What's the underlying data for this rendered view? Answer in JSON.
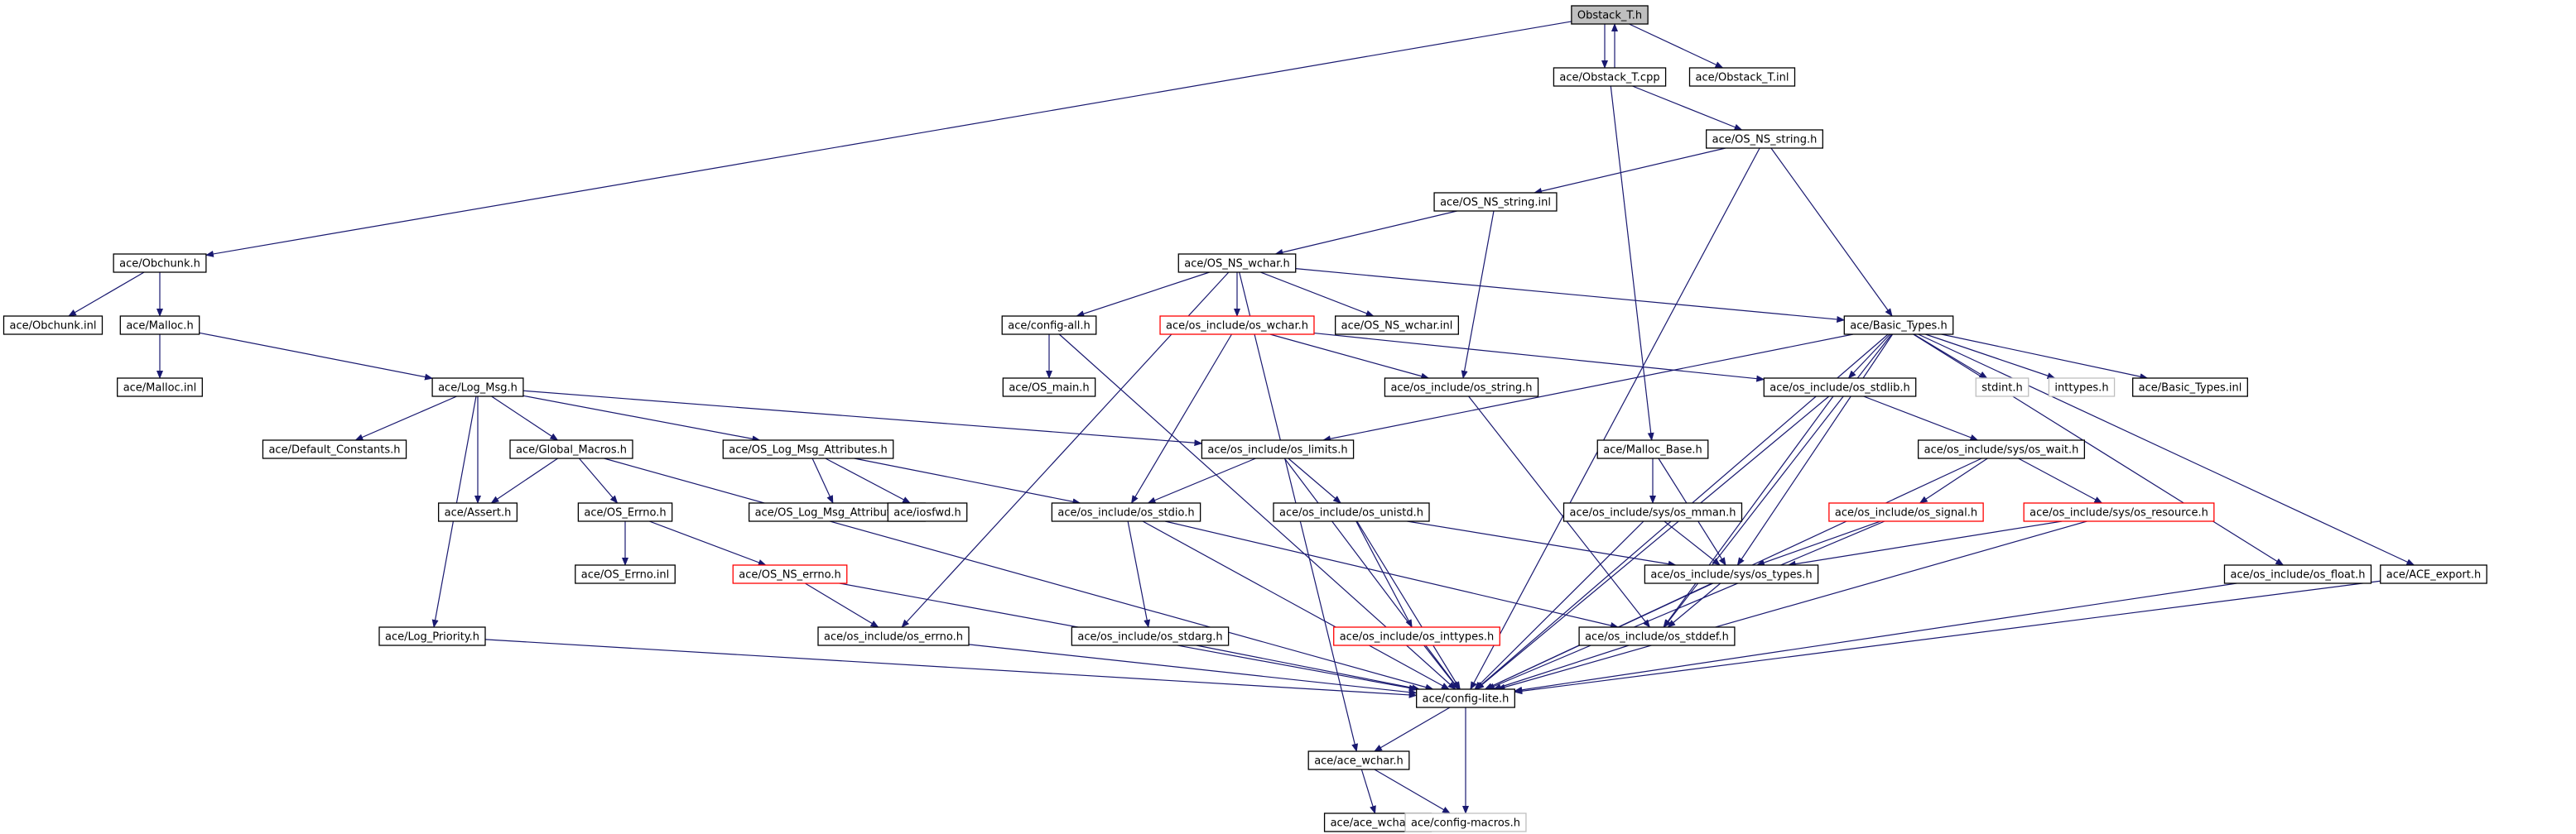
{
  "diagram": {
    "colors": {
      "node_border": "#000000",
      "missing_border": "#ff0000",
      "external_border": "#bfbfbf",
      "root_fill": "#bfbfbf",
      "edge": "#191970",
      "text": "#000000",
      "background": "#ffffff"
    },
    "nodes": [
      {
        "id": "root",
        "label": "Obstack_T.h",
        "style": "root"
      },
      {
        "id": "obstack_cpp",
        "label": "ace/Obstack_T.cpp",
        "style": "normal"
      },
      {
        "id": "obstack_inl",
        "label": "ace/Obstack_T.inl",
        "style": "normal"
      },
      {
        "id": "ns_string_h",
        "label": "ace/OS_NS_string.h",
        "style": "normal"
      },
      {
        "id": "ns_string_inl",
        "label": "ace/OS_NS_string.inl",
        "style": "normal"
      },
      {
        "id": "obchunk_h",
        "label": "ace/Obchunk.h",
        "style": "normal"
      },
      {
        "id": "ns_wchar_h",
        "label": "ace/OS_NS_wchar.h",
        "style": "normal"
      },
      {
        "id": "obchunk_inl",
        "label": "ace/Obchunk.inl",
        "style": "normal"
      },
      {
        "id": "malloc_h",
        "label": "ace/Malloc.h",
        "style": "normal"
      },
      {
        "id": "config_all",
        "label": "ace/config-all.h",
        "style": "normal"
      },
      {
        "id": "os_wchar",
        "label": "ace/os_include/os_wchar.h",
        "style": "missing"
      },
      {
        "id": "ns_wchar_inl",
        "label": "ace/OS_NS_wchar.inl",
        "style": "normal"
      },
      {
        "id": "basic_types_h",
        "label": "ace/Basic_Types.h",
        "style": "normal"
      },
      {
        "id": "malloc_inl",
        "label": "ace/Malloc.inl",
        "style": "normal"
      },
      {
        "id": "log_msg",
        "label": "ace/Log_Msg.h",
        "style": "normal"
      },
      {
        "id": "os_main",
        "label": "ace/OS_main.h",
        "style": "normal"
      },
      {
        "id": "os_string",
        "label": "ace/os_include/os_string.h",
        "style": "normal"
      },
      {
        "id": "os_stdlib",
        "label": "ace/os_include/os_stdlib.h",
        "style": "normal"
      },
      {
        "id": "stdint",
        "label": "stdint.h",
        "style": "external"
      },
      {
        "id": "inttypes",
        "label": "inttypes.h",
        "style": "external"
      },
      {
        "id": "basic_types_inl",
        "label": "ace/Basic_Types.inl",
        "style": "normal"
      },
      {
        "id": "default_constants",
        "label": "ace/Default_Constants.h",
        "style": "normal"
      },
      {
        "id": "global_macros",
        "label": "ace/Global_Macros.h",
        "style": "normal"
      },
      {
        "id": "log_msg_attr",
        "label": "ace/OS_Log_Msg_Attributes.h",
        "style": "normal"
      },
      {
        "id": "os_limits",
        "label": "ace/os_include/os_limits.h",
        "style": "normal"
      },
      {
        "id": "malloc_base",
        "label": "ace/Malloc_Base.h",
        "style": "normal"
      },
      {
        "id": "os_wait",
        "label": "ace/os_include/sys/os_wait.h",
        "style": "normal"
      },
      {
        "id": "assert_h",
        "label": "ace/Assert.h",
        "style": "normal"
      },
      {
        "id": "errno_h",
        "label": "ace/OS_Errno.h",
        "style": "normal"
      },
      {
        "id": "log_msg_attr_inl",
        "label": "ace/OS_Log_Msg_Attributes.inl",
        "style": "normal"
      },
      {
        "id": "iosfwd",
        "label": "ace/iosfwd.h",
        "style": "normal"
      },
      {
        "id": "os_stdio",
        "label": "ace/os_include/os_stdio.h",
        "style": "normal"
      },
      {
        "id": "os_unistd",
        "label": "ace/os_include/os_unistd.h",
        "style": "normal"
      },
      {
        "id": "os_mman",
        "label": "ace/os_include/sys/os_mman.h",
        "style": "normal"
      },
      {
        "id": "os_signal",
        "label": "ace/os_include/os_signal.h",
        "style": "missing"
      },
      {
        "id": "os_resource",
        "label": "ace/os_include/sys/os_resource.h",
        "style": "missing"
      },
      {
        "id": "errno_inl",
        "label": "ace/OS_Errno.inl",
        "style": "normal"
      },
      {
        "id": "ns_errno",
        "label": "ace/OS_NS_errno.h",
        "style": "missing"
      },
      {
        "id": "os_types",
        "label": "ace/os_include/sys/os_types.h",
        "style": "normal"
      },
      {
        "id": "os_float",
        "label": "ace/os_include/os_float.h",
        "style": "normal"
      },
      {
        "id": "ace_export",
        "label": "ace/ACE_export.h",
        "style": "normal"
      },
      {
        "id": "log_priority",
        "label": "ace/Log_Priority.h",
        "style": "normal"
      },
      {
        "id": "os_errno",
        "label": "ace/os_include/os_errno.h",
        "style": "normal"
      },
      {
        "id": "os_stdarg",
        "label": "ace/os_include/os_stdarg.h",
        "style": "normal"
      },
      {
        "id": "os_inttypes",
        "label": "ace/os_include/os_inttypes.h",
        "style": "missing"
      },
      {
        "id": "os_stddef",
        "label": "ace/os_include/os_stddef.h",
        "style": "normal"
      },
      {
        "id": "config_lite",
        "label": "ace/config-lite.h",
        "style": "normal"
      },
      {
        "id": "ace_wchar_h",
        "label": "ace/ace_wchar.h",
        "style": "normal"
      },
      {
        "id": "ace_wchar_inl",
        "label": "ace/ace_wchar.inl",
        "style": "normal"
      },
      {
        "id": "config_macros",
        "label": "ace/config-macros.h",
        "style": "external"
      }
    ],
    "edges": [
      [
        "root",
        "obstack_cpp"
      ],
      [
        "obstack_cpp",
        "root"
      ],
      [
        "root",
        "obstack_inl"
      ],
      [
        "root",
        "obchunk_h"
      ],
      [
        "obstack_cpp",
        "ns_string_h"
      ],
      [
        "obstack_cpp",
        "malloc_base"
      ],
      [
        "ns_string_h",
        "ns_string_inl"
      ],
      [
        "ns_string_h",
        "basic_types_h"
      ],
      [
        "ns_string_h",
        "config_lite"
      ],
      [
        "ns_string_inl",
        "ns_wchar_h"
      ],
      [
        "ns_string_inl",
        "os_string"
      ],
      [
        "obchunk_h",
        "obchunk_inl"
      ],
      [
        "obchunk_h",
        "malloc_h"
      ],
      [
        "ns_wchar_h",
        "config_all"
      ],
      [
        "ns_wchar_h",
        "os_wchar"
      ],
      [
        "ns_wchar_h",
        "ns_wchar_inl"
      ],
      [
        "ns_wchar_h",
        "basic_types_h"
      ],
      [
        "ns_wchar_h",
        "os_errno"
      ],
      [
        "ns_wchar_h",
        "ace_wchar_h"
      ],
      [
        "malloc_h",
        "malloc_inl"
      ],
      [
        "malloc_h",
        "log_msg"
      ],
      [
        "config_all",
        "os_main"
      ],
      [
        "config_all",
        "config_lite"
      ],
      [
        "os_wchar",
        "os_stdlib"
      ],
      [
        "os_wchar",
        "os_string"
      ],
      [
        "os_wchar",
        "os_stdio"
      ],
      [
        "basic_types_h",
        "os_limits"
      ],
      [
        "basic_types_h",
        "os_stdlib"
      ],
      [
        "basic_types_h",
        "stdint"
      ],
      [
        "basic_types_h",
        "inttypes"
      ],
      [
        "basic_types_h",
        "basic_types_inl"
      ],
      [
        "basic_types_h",
        "os_float"
      ],
      [
        "basic_types_h",
        "ace_export"
      ],
      [
        "basic_types_h",
        "os_types"
      ],
      [
        "basic_types_h",
        "os_stddef"
      ],
      [
        "basic_types_h",
        "config_lite"
      ],
      [
        "log_msg",
        "default_constants"
      ],
      [
        "log_msg",
        "global_macros"
      ],
      [
        "log_msg",
        "log_msg_attr"
      ],
      [
        "log_msg",
        "os_limits"
      ],
      [
        "log_msg",
        "assert_h"
      ],
      [
        "log_msg",
        "log_priority"
      ],
      [
        "os_string",
        "os_stddef"
      ],
      [
        "os_stdlib",
        "os_wait"
      ],
      [
        "os_stdlib",
        "os_stddef"
      ],
      [
        "os_stdlib",
        "config_lite"
      ],
      [
        "global_macros",
        "assert_h"
      ],
      [
        "global_macros",
        "errno_h"
      ],
      [
        "global_macros",
        "config_lite"
      ],
      [
        "log_msg_attr",
        "log_msg_attr_inl"
      ],
      [
        "log_msg_attr",
        "iosfwd"
      ],
      [
        "log_msg_attr",
        "os_stdio"
      ],
      [
        "os_limits",
        "os_stdio"
      ],
      [
        "os_limits",
        "os_unistd"
      ],
      [
        "os_limits",
        "config_lite"
      ],
      [
        "malloc_base",
        "os_mman"
      ],
      [
        "malloc_base",
        "os_types"
      ],
      [
        "os_wait",
        "os_signal"
      ],
      [
        "os_wait",
        "os_resource"
      ],
      [
        "os_wait",
        "config_lite"
      ],
      [
        "errno_h",
        "errno_inl"
      ],
      [
        "errno_h",
        "ns_errno"
      ],
      [
        "os_stdio",
        "os_stdarg"
      ],
      [
        "os_stdio",
        "os_stddef"
      ],
      [
        "os_stdio",
        "config_lite"
      ],
      [
        "os_unistd",
        "os_types"
      ],
      [
        "os_unistd",
        "os_inttypes"
      ],
      [
        "os_unistd",
        "config_lite"
      ],
      [
        "os_mman",
        "os_types"
      ],
      [
        "os_mman",
        "config_lite"
      ],
      [
        "os_signal",
        "os_types"
      ],
      [
        "os_signal",
        "config_lite"
      ],
      [
        "os_resource",
        "os_types"
      ],
      [
        "os_resource",
        "config_lite"
      ],
      [
        "ns_errno",
        "os_errno"
      ],
      [
        "ns_errno",
        "config_lite"
      ],
      [
        "os_types",
        "os_stddef"
      ],
      [
        "os_types",
        "config_lite"
      ],
      [
        "os_float",
        "config_lite"
      ],
      [
        "ace_export",
        "config_lite"
      ],
      [
        "log_priority",
        "config_lite"
      ],
      [
        "os_errno",
        "config_lite"
      ],
      [
        "os_stdarg",
        "config_lite"
      ],
      [
        "os_inttypes",
        "config_lite"
      ],
      [
        "os_stddef",
        "config_lite"
      ],
      [
        "config_lite",
        "ace_wchar_h"
      ],
      [
        "config_lite",
        "config_macros"
      ],
      [
        "ace_wchar_h",
        "ace_wchar_inl"
      ],
      [
        "ace_wchar_h",
        "config_macros"
      ]
    ]
  }
}
